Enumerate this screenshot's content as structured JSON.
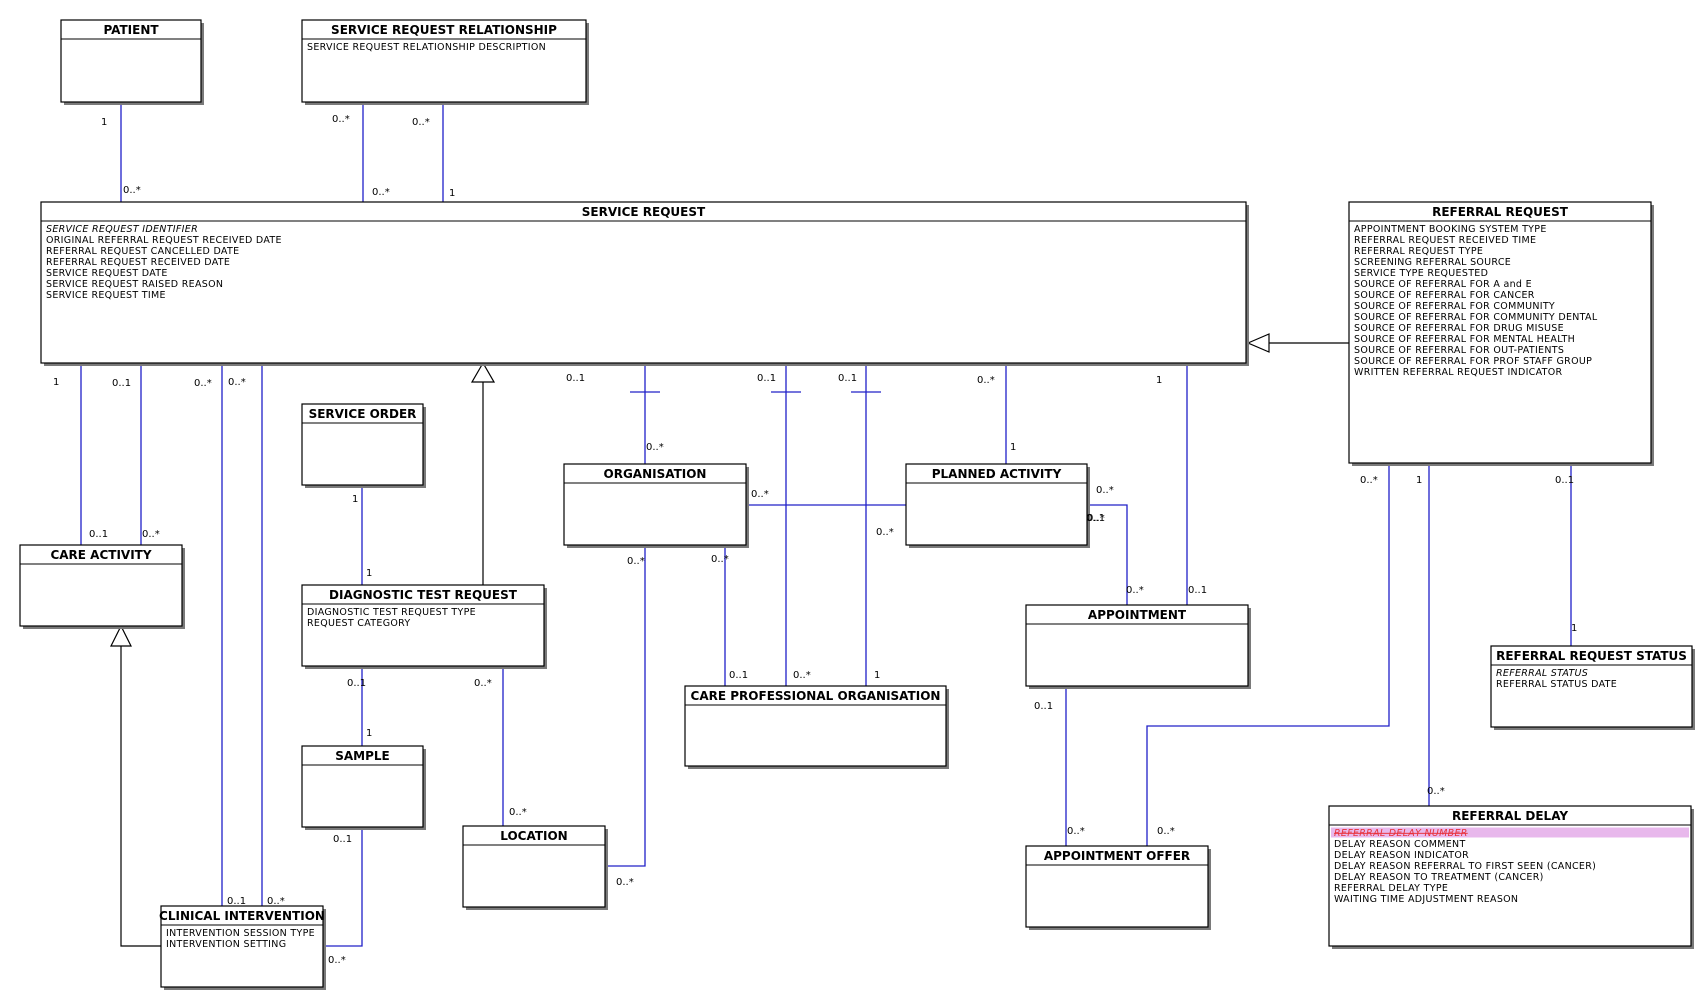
{
  "entities": {
    "patient": {
      "title": "PATIENT",
      "attrs": []
    },
    "service_request_relationship": {
      "title": "SERVICE REQUEST RELATIONSHIP",
      "attrs": [
        "SERVICE REQUEST RELATIONSHIP DESCRIPTION"
      ]
    },
    "service_request": {
      "title": "SERVICE REQUEST",
      "attrs": [
        "SERVICE REQUEST IDENTIFIER",
        "ORIGINAL REFERRAL REQUEST RECEIVED DATE",
        "REFERRAL REQUEST CANCELLED DATE",
        "REFERRAL REQUEST RECEIVED DATE",
        "SERVICE REQUEST DATE",
        "SERVICE REQUEST RAISED REASON",
        "SERVICE REQUEST TIME"
      ]
    },
    "referral_request": {
      "title": "REFERRAL REQUEST",
      "attrs": [
        "APPOINTMENT BOOKING SYSTEM TYPE",
        "REFERRAL REQUEST RECEIVED TIME",
        "REFERRAL REQUEST TYPE",
        "SCREENING REFERRAL SOURCE",
        "SERVICE TYPE REQUESTED",
        "SOURCE OF REFERRAL FOR A and E",
        "SOURCE OF REFERRAL FOR CANCER",
        "SOURCE OF REFERRAL FOR COMMUNITY",
        "SOURCE OF REFERRAL FOR COMMUNITY DENTAL",
        "SOURCE OF REFERRAL FOR DRUG MISUSE",
        "SOURCE OF REFERRAL FOR MENTAL HEALTH",
        "SOURCE OF REFERRAL FOR OUT-PATIENTS",
        "SOURCE OF REFERRAL FOR PROF STAFF GROUP",
        "WRITTEN REFERRAL REQUEST INDICATOR"
      ]
    },
    "service_order": {
      "title": "SERVICE ORDER",
      "attrs": []
    },
    "care_activity": {
      "title": "CARE ACTIVITY",
      "attrs": []
    },
    "organisation": {
      "title": "ORGANISATION",
      "attrs": []
    },
    "planned_activity": {
      "title": "PLANNED ACTIVITY",
      "attrs": []
    },
    "diagnostic_test_request": {
      "title": "DIAGNOSTIC TEST REQUEST",
      "attrs": [
        "DIAGNOSTIC TEST REQUEST TYPE",
        "REQUEST CATEGORY"
      ]
    },
    "appointment": {
      "title": "APPOINTMENT",
      "attrs": []
    },
    "referral_request_status": {
      "title": "REFERRAL REQUEST STATUS",
      "attrs": [
        "REFERRAL STATUS",
        "REFERRAL STATUS DATE"
      ]
    },
    "care_professional_organisation": {
      "title": "CARE PROFESSIONAL ORGANISATION",
      "attrs": []
    },
    "sample": {
      "title": "SAMPLE",
      "attrs": []
    },
    "referral_delay": {
      "title": "REFERRAL DELAY",
      "attrs": [
        "REFERRAL DELAY NUMBER",
        "DELAY REASON COMMENT",
        "DELAY REASON INDICATOR",
        "DELAY REASON REFERRAL TO FIRST SEEN (CANCER)",
        "DELAY REASON TO TREATMENT (CANCER)",
        "REFERRAL DELAY TYPE",
        "WAITING TIME ADJUSTMENT REASON"
      ]
    },
    "location": {
      "title": "LOCATION",
      "attrs": []
    },
    "appointment_offer": {
      "title": "APPOINTMENT OFFER",
      "attrs": []
    },
    "clinical_intervention": {
      "title": "CLINICAL INTERVENTION",
      "attrs": [
        "INTERVENTION SESSION TYPE",
        "INTERVENTION SETTING"
      ]
    }
  },
  "multiplicities": [
    "1",
    "0..*",
    "0..*",
    "0..*",
    "0..*",
    "1",
    "1",
    "0..1",
    "0..*",
    "0..*",
    "0..1",
    "0..*",
    "0..1",
    "0..*",
    "0..*",
    "0..*",
    "0..1",
    "0..1",
    "0..*",
    "1",
    "1",
    "0..*",
    "0..*",
    "0..1",
    "0..*",
    "1",
    "0..1",
    "1",
    "1",
    "1",
    "0..1",
    "1",
    "0..*",
    "0..*",
    "0..*",
    "0..1",
    "0..*",
    "1",
    "0..*",
    "0..*",
    "0..1",
    "0..*",
    "0..*",
    "0..*",
    "0..1",
    "0..*",
    "0..1",
    "0..*",
    "0..*",
    "0..1"
  ]
}
